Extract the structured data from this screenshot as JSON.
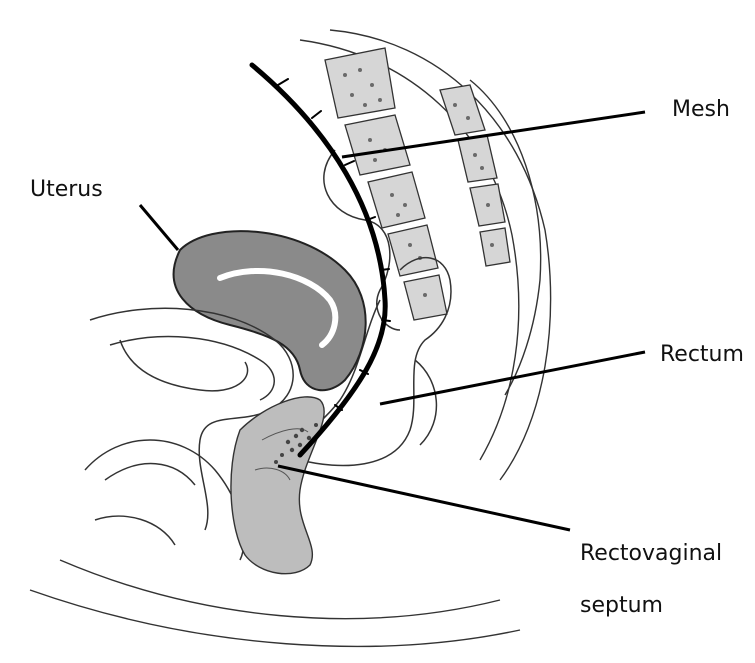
{
  "labels": {
    "mesh": "Mesh",
    "uterus": "Uterus",
    "rectum": "Rectum",
    "rectovaginal_line1": "Rectovaginal",
    "rectovaginal_line2": "septum"
  },
  "colors": {
    "background": "#ffffff",
    "ink": "#111111",
    "uterus_fill": "#8a8a8a",
    "vertebra_fill": "#cfcfcf",
    "stipple": "#6a6a6a"
  }
}
